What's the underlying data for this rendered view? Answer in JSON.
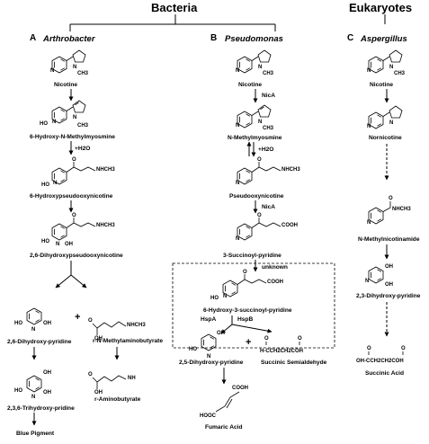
{
  "headers": {
    "bacteria": "Bacteria",
    "eukaryotes": "Eukaryotes"
  },
  "panels": [
    {
      "letter": "A",
      "organism": "Arthrobacter",
      "compounds": [
        "Nicotine",
        "6-Hydroxy-N-Methylmyosmine",
        "6-Hydroxypseudooxynicotine",
        "2,6-Dihydroxypseudooxynicotine",
        "2,6-Dihydroxy-pyridine",
        "r-N-Methylaminobutyrate",
        "2,3,6-Trihydroxy-pridine",
        "r-Aminobutyrate",
        "Blue Pigment"
      ],
      "annotations": [
        "+H2O"
      ]
    },
    {
      "letter": "B",
      "organism": "Pseudomonas",
      "compounds": [
        "Nicotine",
        "N-Methylmyosmine",
        "Pseudooxynicotine",
        "3-Succinoyl-pyridine",
        "6-Hydroxy-3-succinoyl-pyridine",
        "2,5-Dihydroxy-pyridine",
        "Succinic Semialdehyde",
        "Fumaric Acid"
      ],
      "enzymes": [
        "NicA",
        "+H2O",
        "NicA",
        "unknown",
        "HspA",
        "HspB"
      ]
    },
    {
      "letter": "C",
      "organism": "Aspergillus",
      "compounds": [
        "Nicotine",
        "Nornicotine",
        "N-Methylnicotinamide",
        "2,3-Dihydroxy-pyridine",
        "Succinic Acid"
      ]
    }
  ],
  "atoms": {
    "N": "N",
    "CH3": "CH3",
    "HO": "HO",
    "OH": "OH",
    "O": "O",
    "NHCH3": "NHCH3",
    "NH": "NH",
    "COOH": "COOH",
    "HOOC": "HOOC",
    "succ_semi": "H-CCH2CH2COH",
    "succ_acid": "OH-CCH2CH2COH",
    "plus": "+"
  },
  "colors": {
    "ink": "#000000",
    "background": "#ffffff"
  }
}
